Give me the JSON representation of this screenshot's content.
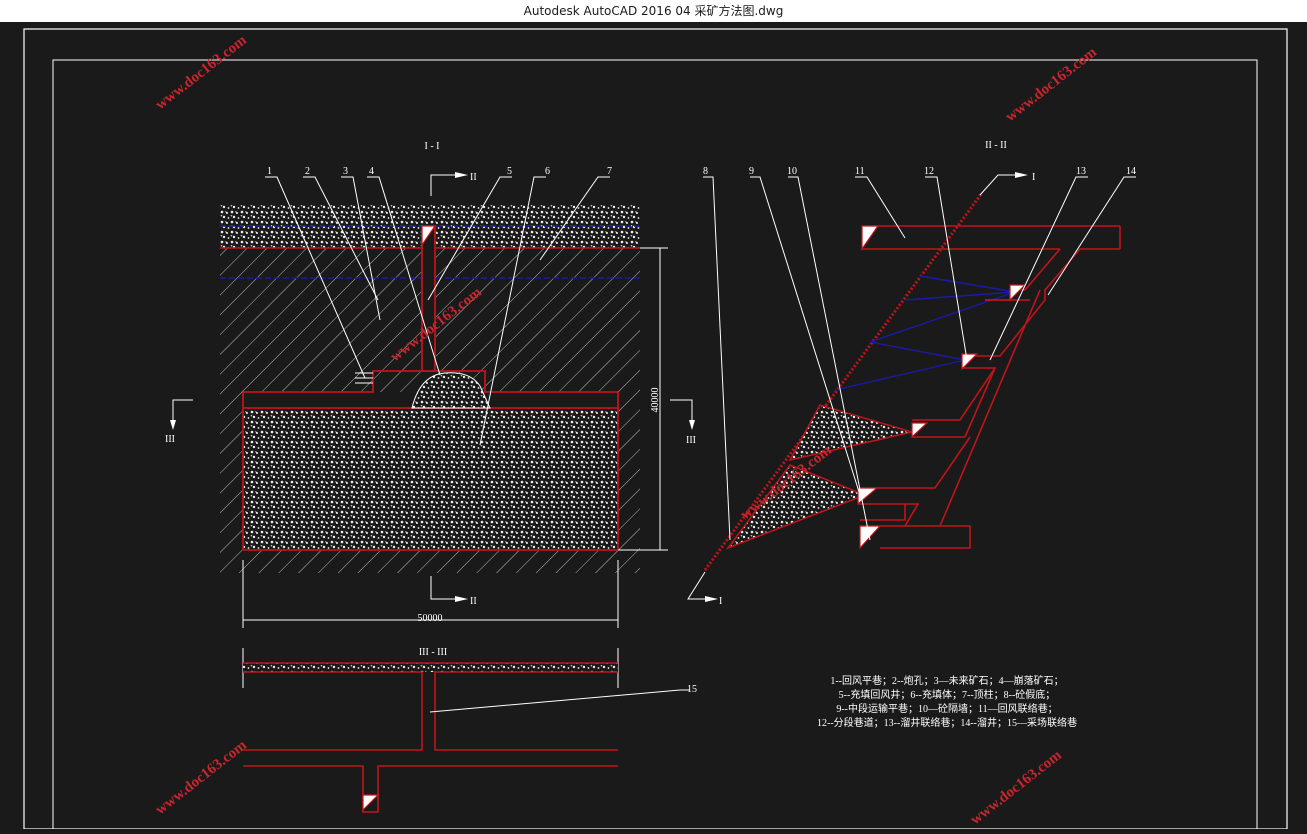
{
  "window": {
    "title": "Autodesk AutoCAD 2016    04 采矿方法图.dwg"
  },
  "colors": {
    "background": "#1a1a1a",
    "line_white": "#ffffff",
    "line_red": "#c0141a",
    "line_blue": "#1a1aa8",
    "watermark": "#c8262e"
  },
  "drawing": {
    "section_1": {
      "title": "I - I",
      "width_dim": "50000",
      "height_dim": "40000"
    },
    "section_2": {
      "title": "II - II"
    },
    "section_3": {
      "title": "III - III"
    },
    "cut_markers": {
      "mark_1": "I",
      "mark_2": "II",
      "mark_3": "III"
    },
    "callouts": [
      "1",
      "2",
      "3",
      "4",
      "5",
      "6",
      "7",
      "8",
      "9",
      "10",
      "11",
      "12",
      "13",
      "14",
      "15"
    ],
    "legend": [
      "1--回风平巷；2--炮孔；3—未来矿石；4—崩落矿石；",
      "5--充填回风井；6--充填体；7--顶柱；8--砼假底；",
      "9--中段运输平巷；10—砼隔墙；11—回风联络巷；",
      "12--分段巷道；13--溜井联络巷；14--溜井；15—采场联络巷"
    ],
    "watermark": "www.doc163.com"
  }
}
